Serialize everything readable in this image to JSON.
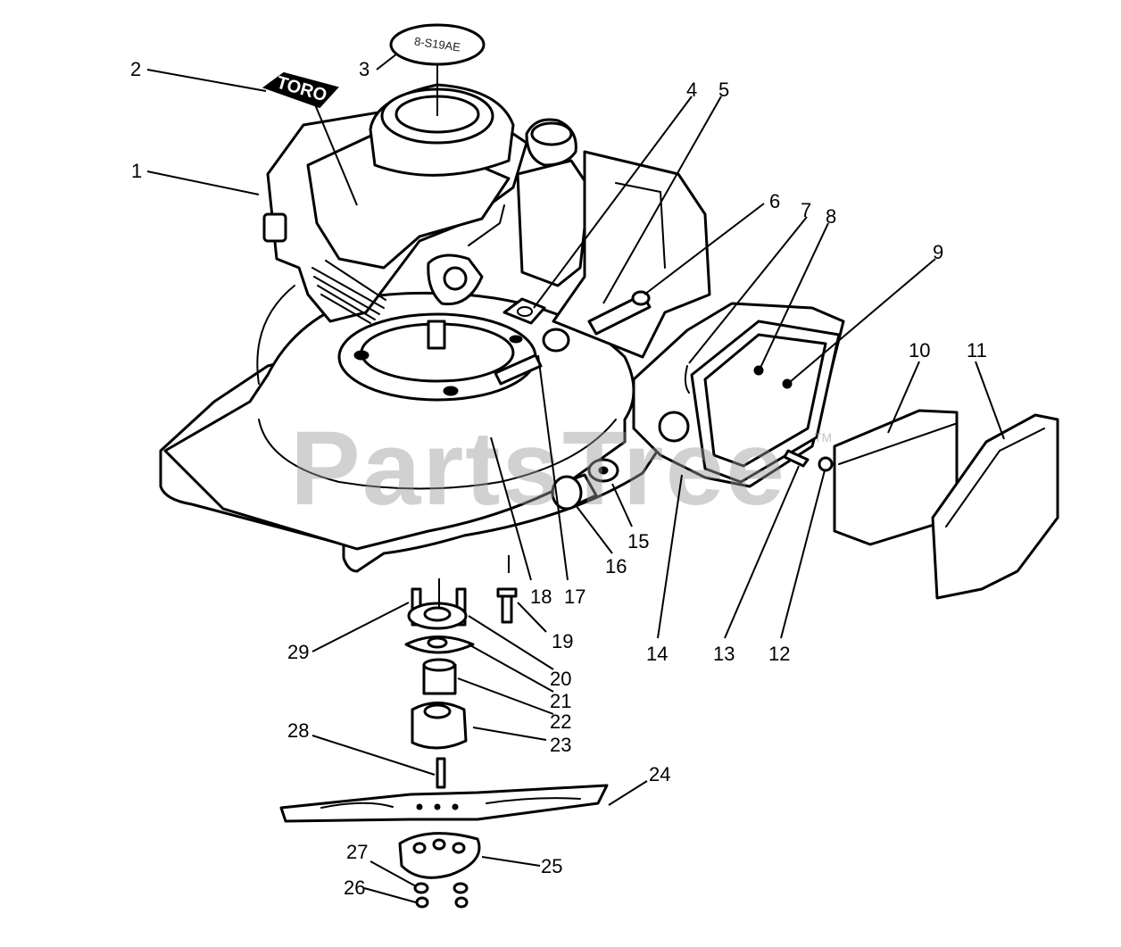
{
  "watermark": {
    "text": "PartsTree",
    "trademark": "TM"
  },
  "logo_text": "TORO",
  "decal_text": "8-S19AE",
  "callouts": [
    "1",
    "2",
    "3",
    "4",
    "5",
    "6",
    "7",
    "8",
    "9",
    "10",
    "11",
    "12",
    "13",
    "14",
    "15",
    "16",
    "17",
    "18",
    "19",
    "20",
    "21",
    "22",
    "23",
    "24",
    "25",
    "26",
    "27",
    "28",
    "29"
  ]
}
